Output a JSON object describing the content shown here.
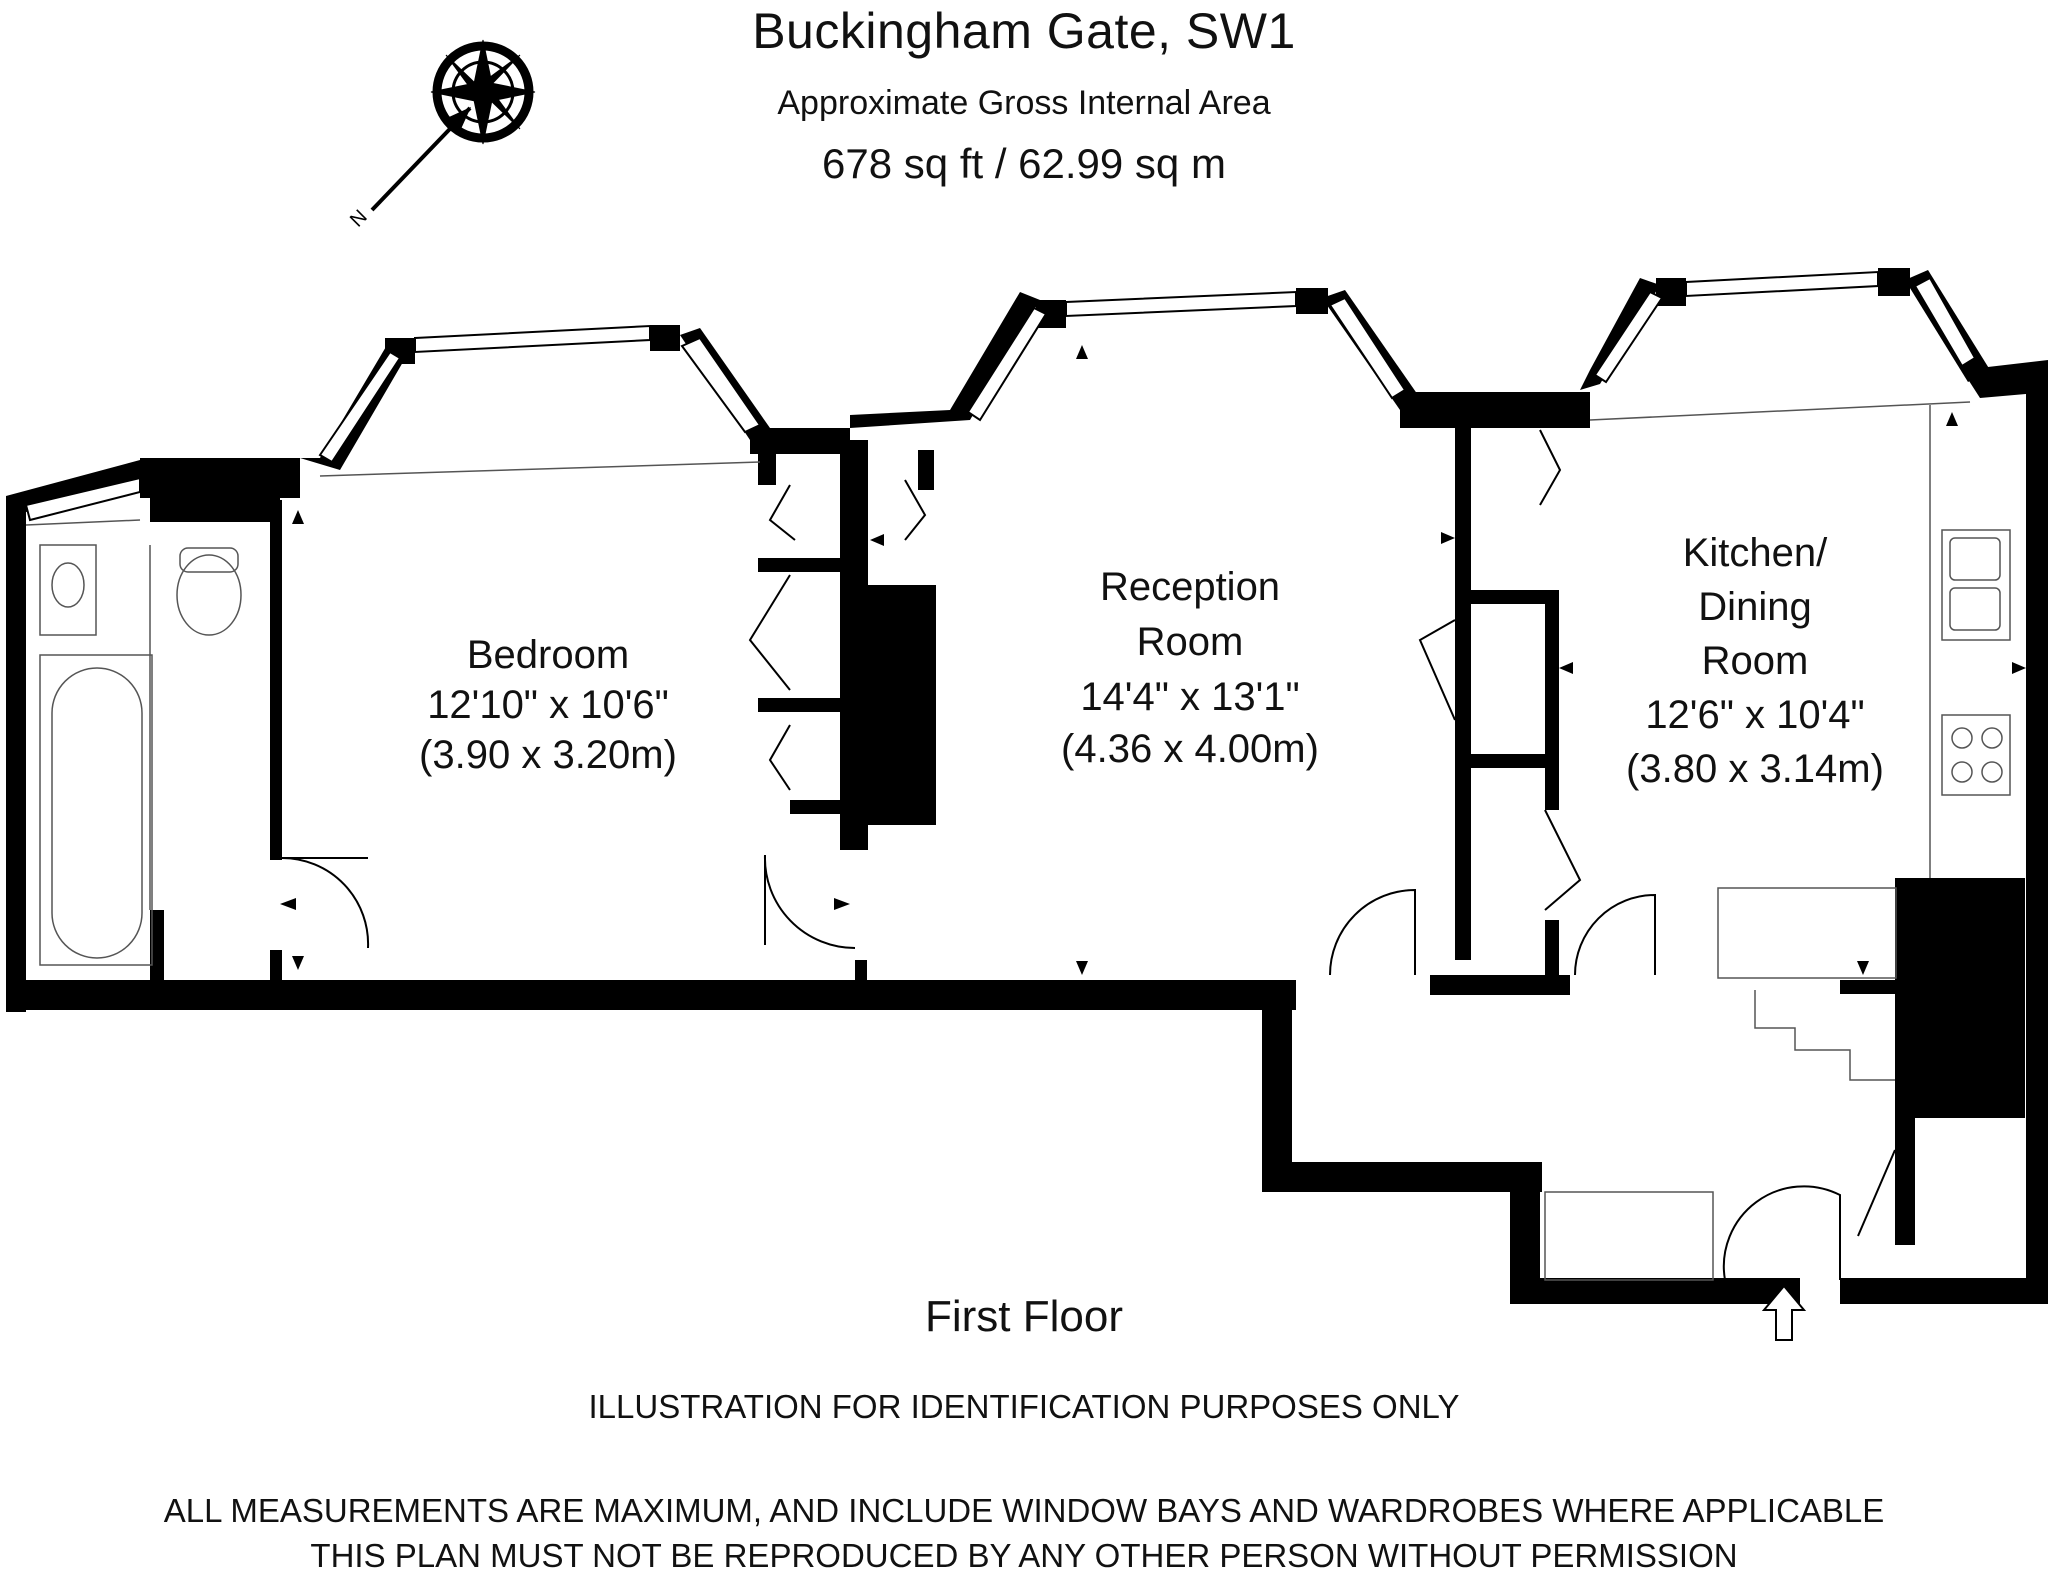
{
  "header": {
    "title": "Buckingham Gate, SW1",
    "subtitle": "Approximate Gross Internal Area",
    "area": "678 sq ft  /  62.99 sq m"
  },
  "compass": {
    "label": "N",
    "icon": "compass-rose-icon"
  },
  "rooms": {
    "bedroom": {
      "name": "Bedroom",
      "imperial": "12'10\" x 10'6\"",
      "metric": "(3.90 x 3.20m)"
    },
    "reception": {
      "name_line1": "Reception",
      "name_line2": "Room",
      "imperial": "14'4\" x 13'1\"",
      "metric": "(4.36 x 4.00m)"
    },
    "kitchen": {
      "name_line1": "Kitchen/",
      "name_line2": "Dining",
      "name_line3": "Room",
      "imperial": "12'6\" x 10'4\"",
      "metric": "(3.80 x 3.14m)"
    }
  },
  "floor_label": "First Floor",
  "notes": {
    "identification": "ILLUSTRATION FOR IDENTIFICATION PURPOSES ONLY",
    "measurements": "ALL MEASUREMENTS ARE MAXIMUM, AND INCLUDE WINDOW BAYS AND WARDROBES WHERE APPLICABLE",
    "copyright": "THIS PLAN MUST NOT BE REPRODUCED BY ANY OTHER PERSON WITHOUT PERMISSION"
  },
  "colors": {
    "wall": "#000000",
    "background": "#ffffff",
    "text": "#111111"
  }
}
